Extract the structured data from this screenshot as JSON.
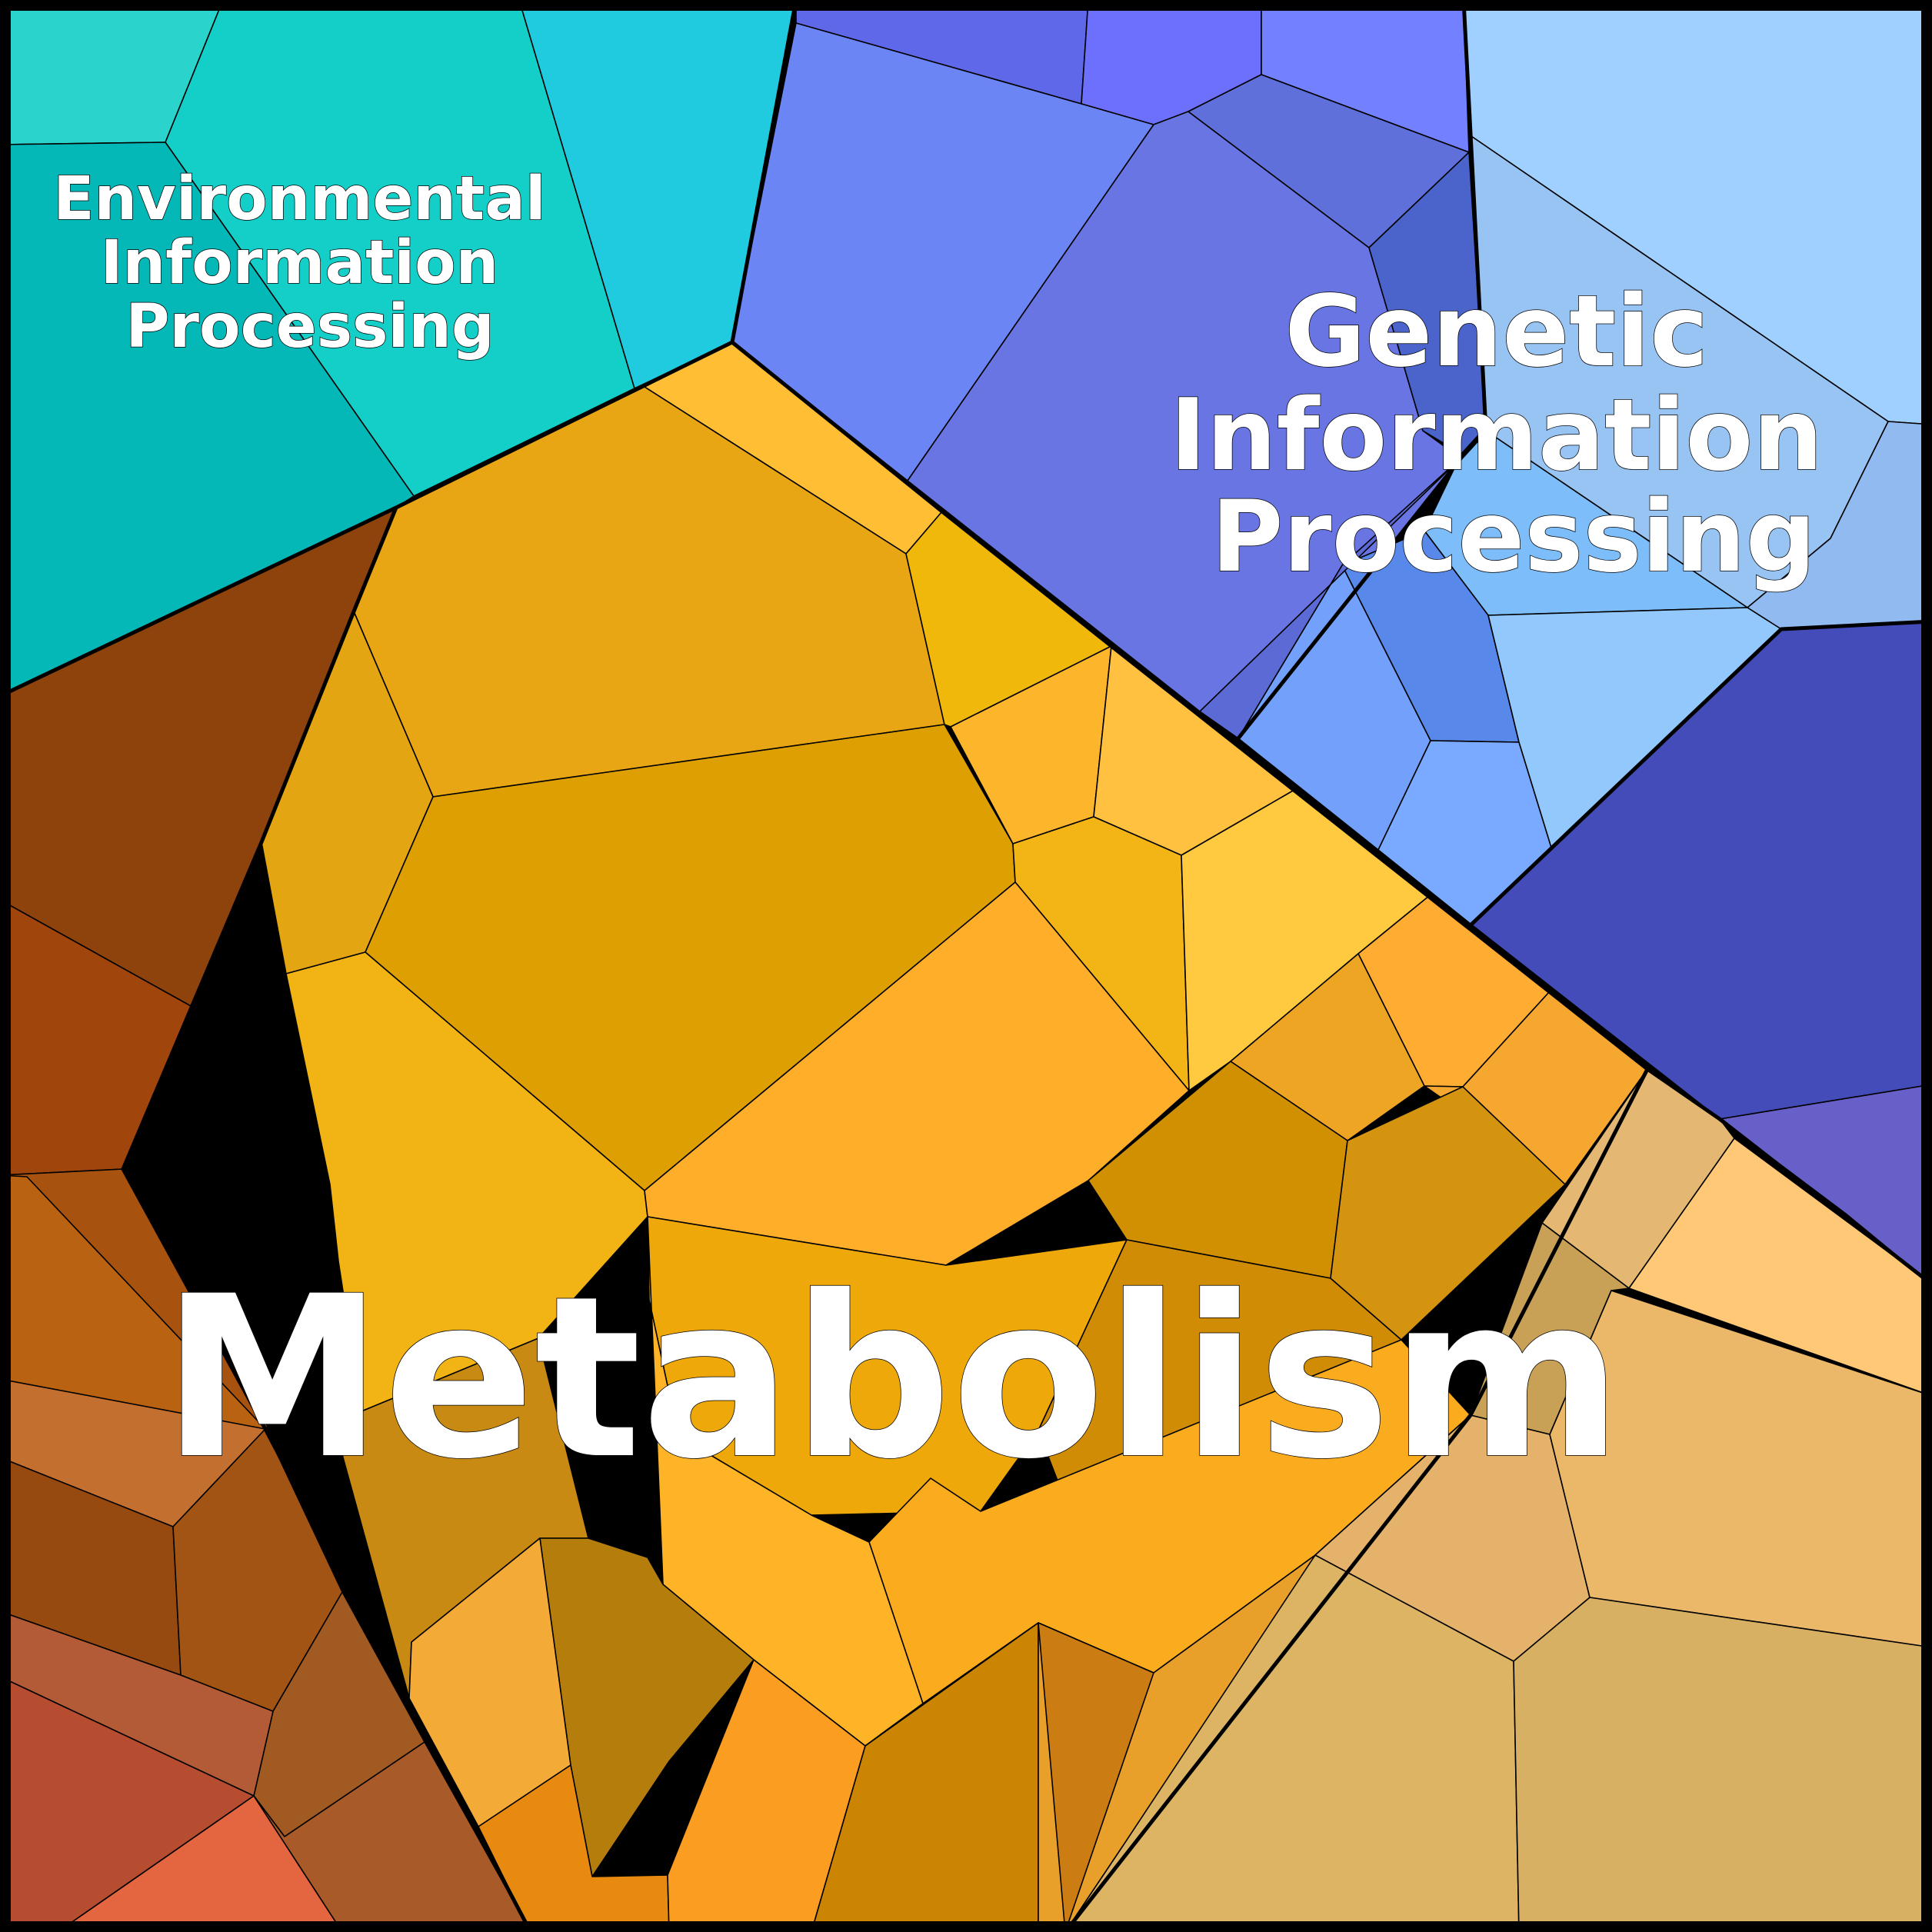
{
  "title": "",
  "regions": [
    {
      "id": "environmental",
      "lines": [
        "Environmental",
        "Information",
        "Processing"
      ]
    },
    {
      "id": "genetic",
      "lines": [
        "Genetic",
        "Information",
        "Processing"
      ]
    },
    {
      "id": "metabolism",
      "lines": [
        "Metabolism"
      ]
    }
  ],
  "colors": {
    "environmental": [
      "#2ad4cc",
      "#14cec8",
      "#20cbe0",
      "#04b8b8"
    ],
    "genetic": [
      "#5e68e8",
      "#6c70fc",
      "#7380ff",
      "#6c85f5",
      "#6875e2",
      "#5f70da",
      "#4a64cb",
      "#a0d0ff",
      "#98c4f4",
      "#90baf0",
      "#7dbdfa",
      "#5888ea",
      "#72a0fa",
      "#7aaaff",
      "#92c8fc",
      "#434cb8",
      "#6660c8",
      "#5c6ad5"
    ],
    "metabolism_orange": [
      "#ffbe33",
      "#e8a614",
      "#efb80b",
      "#e4a512",
      "#de9f02",
      "#fdb62b",
      "#ffc13f",
      "#f3b415",
      "#ffca40",
      "#f2b414",
      "#ffae2a",
      "#eea80a",
      "#ffad32",
      "#eea524",
      "#f5a72f",
      "#d09002",
      "#d08c04",
      "#d49410",
      "#faac1e",
      "#ffb428",
      "#c88a12",
      "#b57e0c",
      "#f3aa36",
      "#e88a10",
      "#fa9d20",
      "#cb8502",
      "#e8a02a",
      "#d4851f",
      "#cb7c12"
    ],
    "metabolism_brown": [
      "#8e420c",
      "#a0460c",
      "#a8520f",
      "#b86212",
      "#c26f30",
      "#974a10",
      "#a25414",
      "#a05a22",
      "#b25b36",
      "#b64c30",
      "#e46640",
      "#a85a28"
    ],
    "metabolism_tan": [
      "#e4b872",
      "#fec877",
      "#c8a056",
      "#e4b26a",
      "#ebb86a",
      "#dcb464",
      "#d8b064"
    ]
  }
}
